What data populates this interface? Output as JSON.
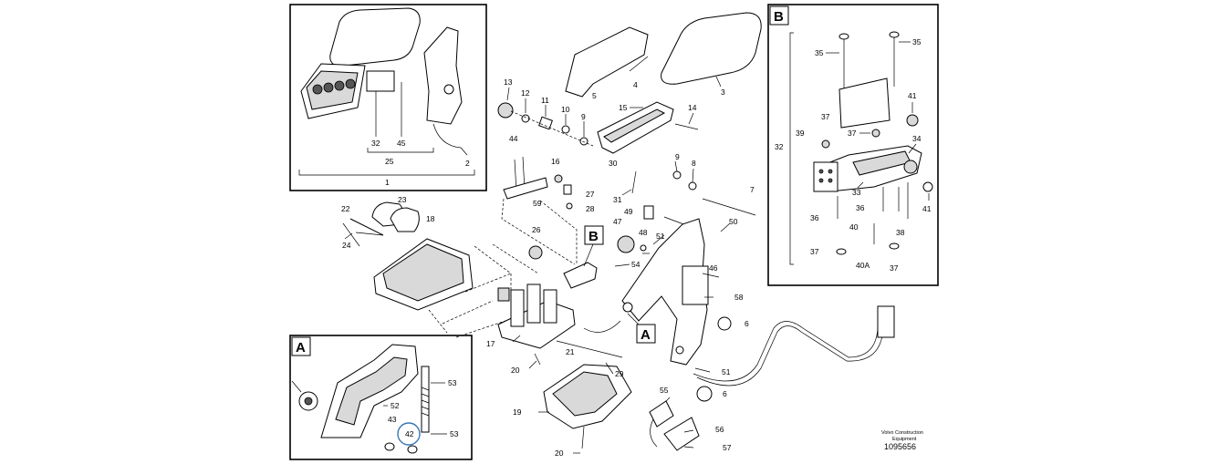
{
  "callouts": {
    "top_inset": {
      "letter": "",
      "labels": [
        "32",
        "45",
        "25",
        "2",
        "1"
      ]
    },
    "inset_a": {
      "letter": "A",
      "labels": [
        "53",
        "52",
        "43",
        "42",
        "53"
      ]
    },
    "inset_b": {
      "letter": "B",
      "labels": [
        "35",
        "35",
        "41",
        "37",
        "37",
        "39",
        "34",
        "32",
        "33",
        "36",
        "36",
        "40",
        "38",
        "41",
        "37",
        "40A",
        "37"
      ]
    },
    "main": [
      "13",
      "12",
      "11",
      "10",
      "9",
      "5",
      "4",
      "3",
      "15",
      "14",
      "30",
      "9",
      "8",
      "7",
      "31",
      "44",
      "16",
      "27",
      "28",
      "59",
      "49",
      "50",
      "22",
      "23",
      "18",
      "24",
      "47",
      "48",
      "51",
      "26",
      "54",
      "46",
      "58",
      "6",
      "17",
      "21",
      "20",
      "29",
      "51",
      "6",
      "55",
      "19",
      "56",
      "20",
      "57"
    ],
    "marker_b": "B",
    "marker_a": "A"
  },
  "footer": {
    "line1": "Volvo Construction",
    "line2": "Equipment",
    "number": "1095656"
  }
}
